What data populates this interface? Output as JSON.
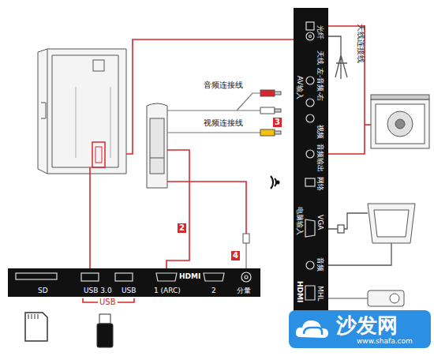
{
  "diagram": {
    "nodes": [
      {
        "text": [
          "光纤",
          "天线",
          "AV输入",
          "左-音频-右",
          "视频",
          "音频输出",
          "网络",
          "电脑输入",
          "VGA",
          "音频",
          "HDMI",
          "MHL"
        ]
      },
      {
        "text": [
          "SD",
          "USB 3.0",
          "USB",
          "HDMI",
          "1 (ARC)",
          "2",
          "分量"
        ]
      },
      {
        "text": [
          "2"
        ]
      },
      {
        "text": [
          "3"
        ]
      },
      {
        "text": [
          "4"
        ]
      },
      {
        "text": [
          "沙发网",
          "www.shafa.com"
        ]
      }
    ],
    "labels": [
      "天线连接线",
      "音频连接线",
      "视频连接线",
      "USB"
    ]
  }
}
